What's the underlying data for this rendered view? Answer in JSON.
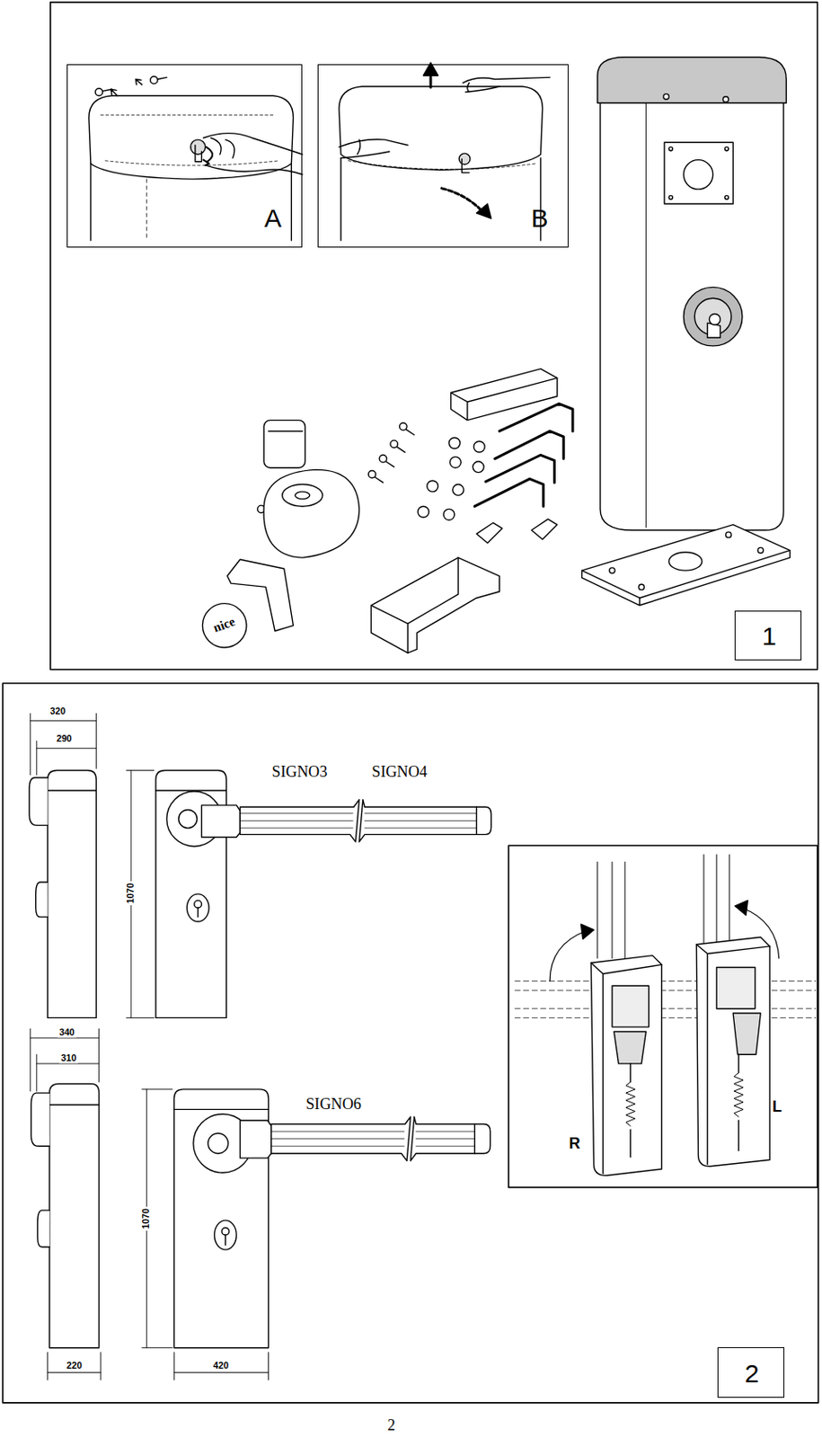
{
  "diagram": {
    "nodes": [
      {
        "text": [
          "A"
        ]
      },
      {
        "text": [
          "B"
        ]
      },
      {
        "text": [
          "1"
        ]
      },
      {
        "text": [
          "2"
        ]
      }
    ],
    "labels": [
      "nice",
      "320",
      "290",
      "SIGNO3",
      "SIGNO4",
      "1070",
      "340",
      "310",
      "SIGNO6",
      "1070",
      "220",
      "420",
      "R",
      "L",
      "2"
    ]
  }
}
